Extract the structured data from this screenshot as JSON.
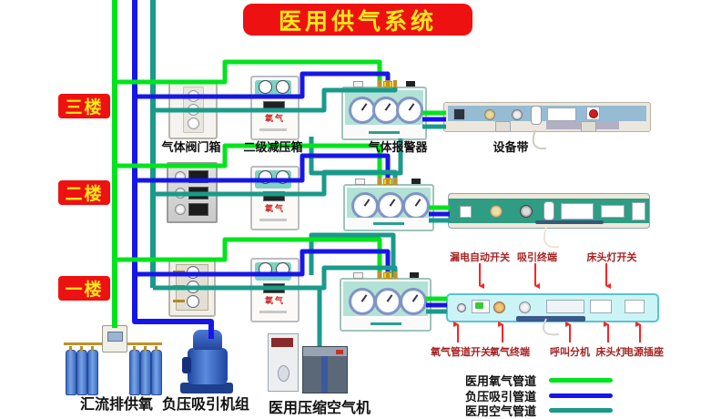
{
  "title": "医用供气系统",
  "floors": [
    {
      "label": "三楼"
    },
    {
      "label": "二楼"
    },
    {
      "label": "一楼"
    }
  ],
  "equipment": {
    "valve_box_label": "气体阀门箱",
    "reducer_label": "二级减压箱",
    "reducer_panel_text": "氧气",
    "alarm_label": "气体报警器",
    "belt_label": "设备带"
  },
  "sources": {
    "manifold_label": "汇流排供氧",
    "suction_label": "负压吸引机组",
    "compressor_label": "医用压缩空气机"
  },
  "belt_callouts": {
    "top": [
      "漏电自动开关",
      "吸引终端",
      "床头灯开关"
    ],
    "bottom": [
      "氧气管道开关",
      "氧气终端",
      "呼叫分机",
      "床头灯",
      "电源插座"
    ]
  },
  "legend": {
    "items": [
      {
        "label": "医用氧气管道",
        "color": "#00e41c"
      },
      {
        "label": "负压吸引管道",
        "color": "#1616e8"
      },
      {
        "label": "医用空气管道",
        "color": "#1a9a8a"
      }
    ]
  },
  "colors": {
    "oxygen_pipe": "#00e41c",
    "vacuum_pipe": "#1616e8",
    "air_pipe": "#1a9a8a",
    "banner_bg": "#ee1111",
    "banner_text": "#ffe819",
    "callout_text": "#a82222",
    "arrow": "#ff2222"
  }
}
